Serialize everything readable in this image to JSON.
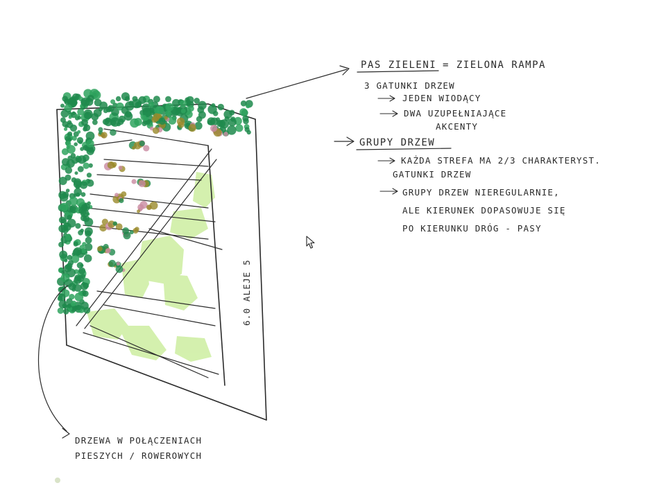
{
  "notes": {
    "pas_title": "PAS ZIELENI",
    "pas_eq": "= ZIELONA RAMPA",
    "gatunki": "3 GATUNKI DRZEW",
    "jeden": "JEDEN WIODĄCY",
    "dwa_line1": "DWA UZUPEŁNIAJĄCE",
    "dwa_line2": "AKCENTY",
    "grupy_title": "GRUPY DRZEW",
    "kazda_line1": "KAŻDA STREFA MA 2/3 CHARAKTERYST.",
    "kazda_line2": "GATUNKI DRZEW",
    "grupy_line1": "GRUPY DRZEW NIEREGULARNIE,",
    "grupy_line2": "ALE KIERUNEK DOPASOWUJE SIĘ",
    "grupy_line3": "PO KIERUNKU DRÓG - PASY",
    "drzewa_line1": "DRZEWA W POŁĄCZENIACH",
    "drzewa_line2": "PIESZYCH / ROWEROWYCH",
    "side_label": "6.0 ALEJE 5"
  },
  "colors": {
    "ink": "#2b2b2b",
    "dark_green": "#1f8a4c",
    "mid_green": "#2fa35e",
    "olive": "#9a8a2a",
    "pink": "#c98aa0",
    "light_green": "#cdeea0"
  },
  "icons": {
    "cursor": "mouse-pointer-icon"
  }
}
